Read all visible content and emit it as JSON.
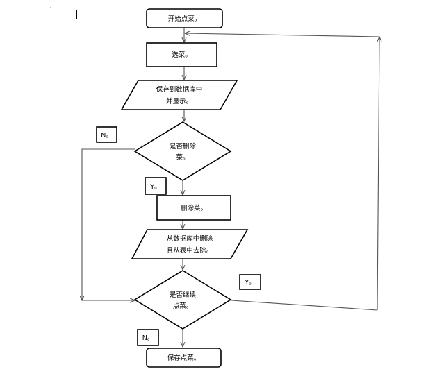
{
  "diagram": {
    "nodes": {
      "start": {
        "lines": [
          "开始点菜。"
        ]
      },
      "select": {
        "lines": [
          "选菜。"
        ]
      },
      "save_db": {
        "lines": [
          "保存到数据库中",
          "并显示。"
        ]
      },
      "delete_q": {
        "lines": [
          "是否删除",
          "菜。"
        ]
      },
      "delete": {
        "lines": [
          "删除菜。"
        ]
      },
      "remove": {
        "lines": [
          "从数据库中删除",
          "且从表中去除。"
        ]
      },
      "continue_q": {
        "lines": [
          "是否继续",
          "点菜。"
        ]
      },
      "end": {
        "lines": [
          "保存点菜。"
        ]
      }
    },
    "edge_labels": {
      "delete_no": "N。",
      "delete_yes": "Y。",
      "continue_yes": "Y。",
      "continue_no": "N。"
    }
  }
}
